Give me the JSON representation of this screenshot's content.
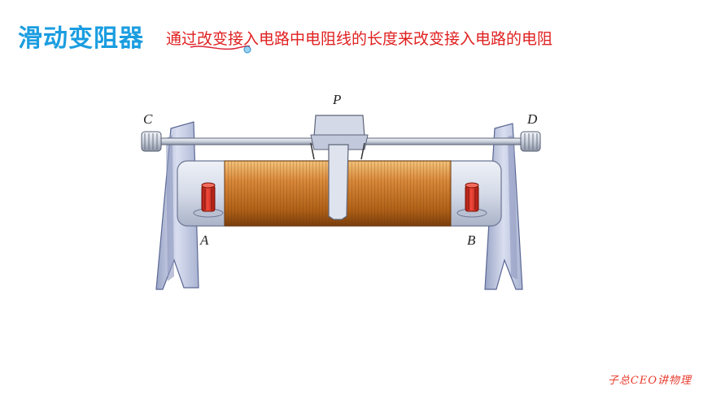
{
  "header": {
    "title": "滑动变阻器",
    "subtitle": "通过改变接入电路中电阻线的长度来改变接入电路的电阻"
  },
  "diagram": {
    "labels": {
      "P": "P",
      "C": "C",
      "D": "D",
      "A": "A",
      "B": "B"
    },
    "colors": {
      "coil": "#c8782a",
      "stand": "#c4cde6",
      "terminal": "#e63222"
    }
  },
  "watermark": "子总CEO讲物理"
}
